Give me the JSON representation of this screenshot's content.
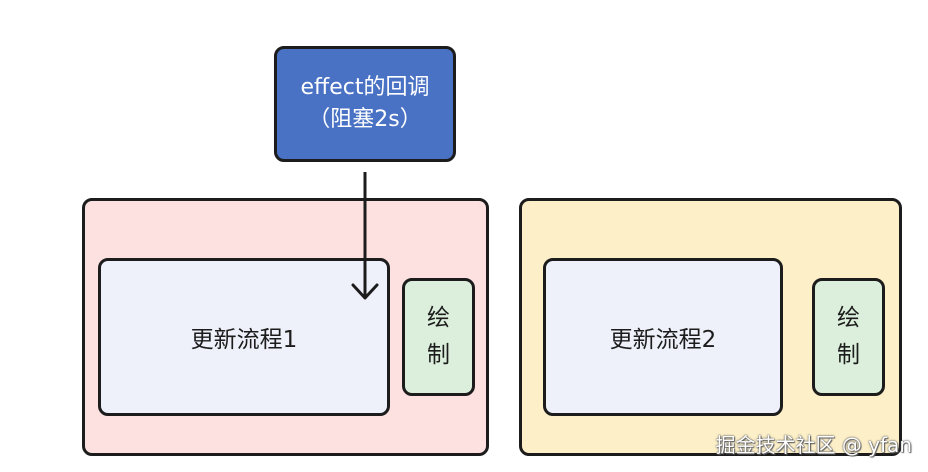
{
  "callback_box": {
    "line1": "effect的回调",
    "line2": "（阻塞2s）"
  },
  "frame1": {
    "update_label": "更新流程1",
    "paint_line1": "绘",
    "paint_line2": "制"
  },
  "frame2": {
    "update_label": "更新流程2",
    "paint_line1": "绘",
    "paint_line2": "制"
  },
  "watermark": "掘金技术社区 @ yfan",
  "colors": {
    "callback_fill": "#4a72c4",
    "frame1_fill": "#fde1e1",
    "frame2_fill": "#fdf0c8",
    "update_fill": "#eef1f9",
    "paint_fill": "#dcefdc",
    "stroke": "#1c1c1c"
  }
}
